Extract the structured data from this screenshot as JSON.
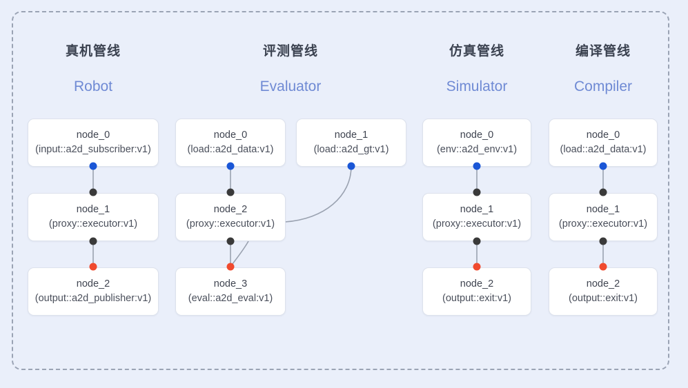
{
  "diagram": {
    "frame": {
      "style": "dashed-rounded-rectangle"
    },
    "columns": [
      {
        "zh": "真机管线",
        "en": "Robot",
        "nodes": [
          {
            "title": "node_0",
            "sub": "(input::a2d_subscriber:v1)"
          },
          {
            "title": "node_1",
            "sub": "(proxy::executor:v1)"
          },
          {
            "title": "node_2",
            "sub": "(output::a2d_publisher:v1)"
          }
        ]
      },
      {
        "zh": "评测管线",
        "en": "Evaluator",
        "nodes": [
          {
            "title": "node_0",
            "sub": "(load::a2d_data:v1)"
          },
          {
            "title": "node_1",
            "sub": "(load::a2d_gt:v1)"
          },
          {
            "title": "node_2",
            "sub": "(proxy::executor:v1)"
          },
          {
            "title": "node_3",
            "sub": "(eval::a2d_eval:v1)"
          }
        ]
      },
      {
        "zh": "仿真管线",
        "en": "Simulator",
        "nodes": [
          {
            "title": "node_0",
            "sub": "(env::a2d_env:v1)"
          },
          {
            "title": "node_1",
            "sub": "(proxy::executor:v1)"
          },
          {
            "title": "node_2",
            "sub": "(output::exit:v1)"
          }
        ]
      },
      {
        "zh": "编译管线",
        "en": "Compiler",
        "nodes": [
          {
            "title": "node_0",
            "sub": "(load::a2d_data:v1)"
          },
          {
            "title": "node_1",
            "sub": "(proxy::executor:v1)"
          },
          {
            "title": "node_2",
            "sub": "(output::exit:v1)"
          }
        ]
      }
    ],
    "colors": {
      "background": "#eaeffa",
      "frame_border": "#9aa3b4",
      "node_fill": "#ffffff",
      "node_border": "#dde2ec",
      "port_output": "#1a56d6",
      "port_link": "#3a3a3a",
      "port_input": "#f04a2e",
      "edge": "#9aa2b0",
      "heading_zh": "#3b4250",
      "heading_en": "#6f8ad4"
    }
  }
}
